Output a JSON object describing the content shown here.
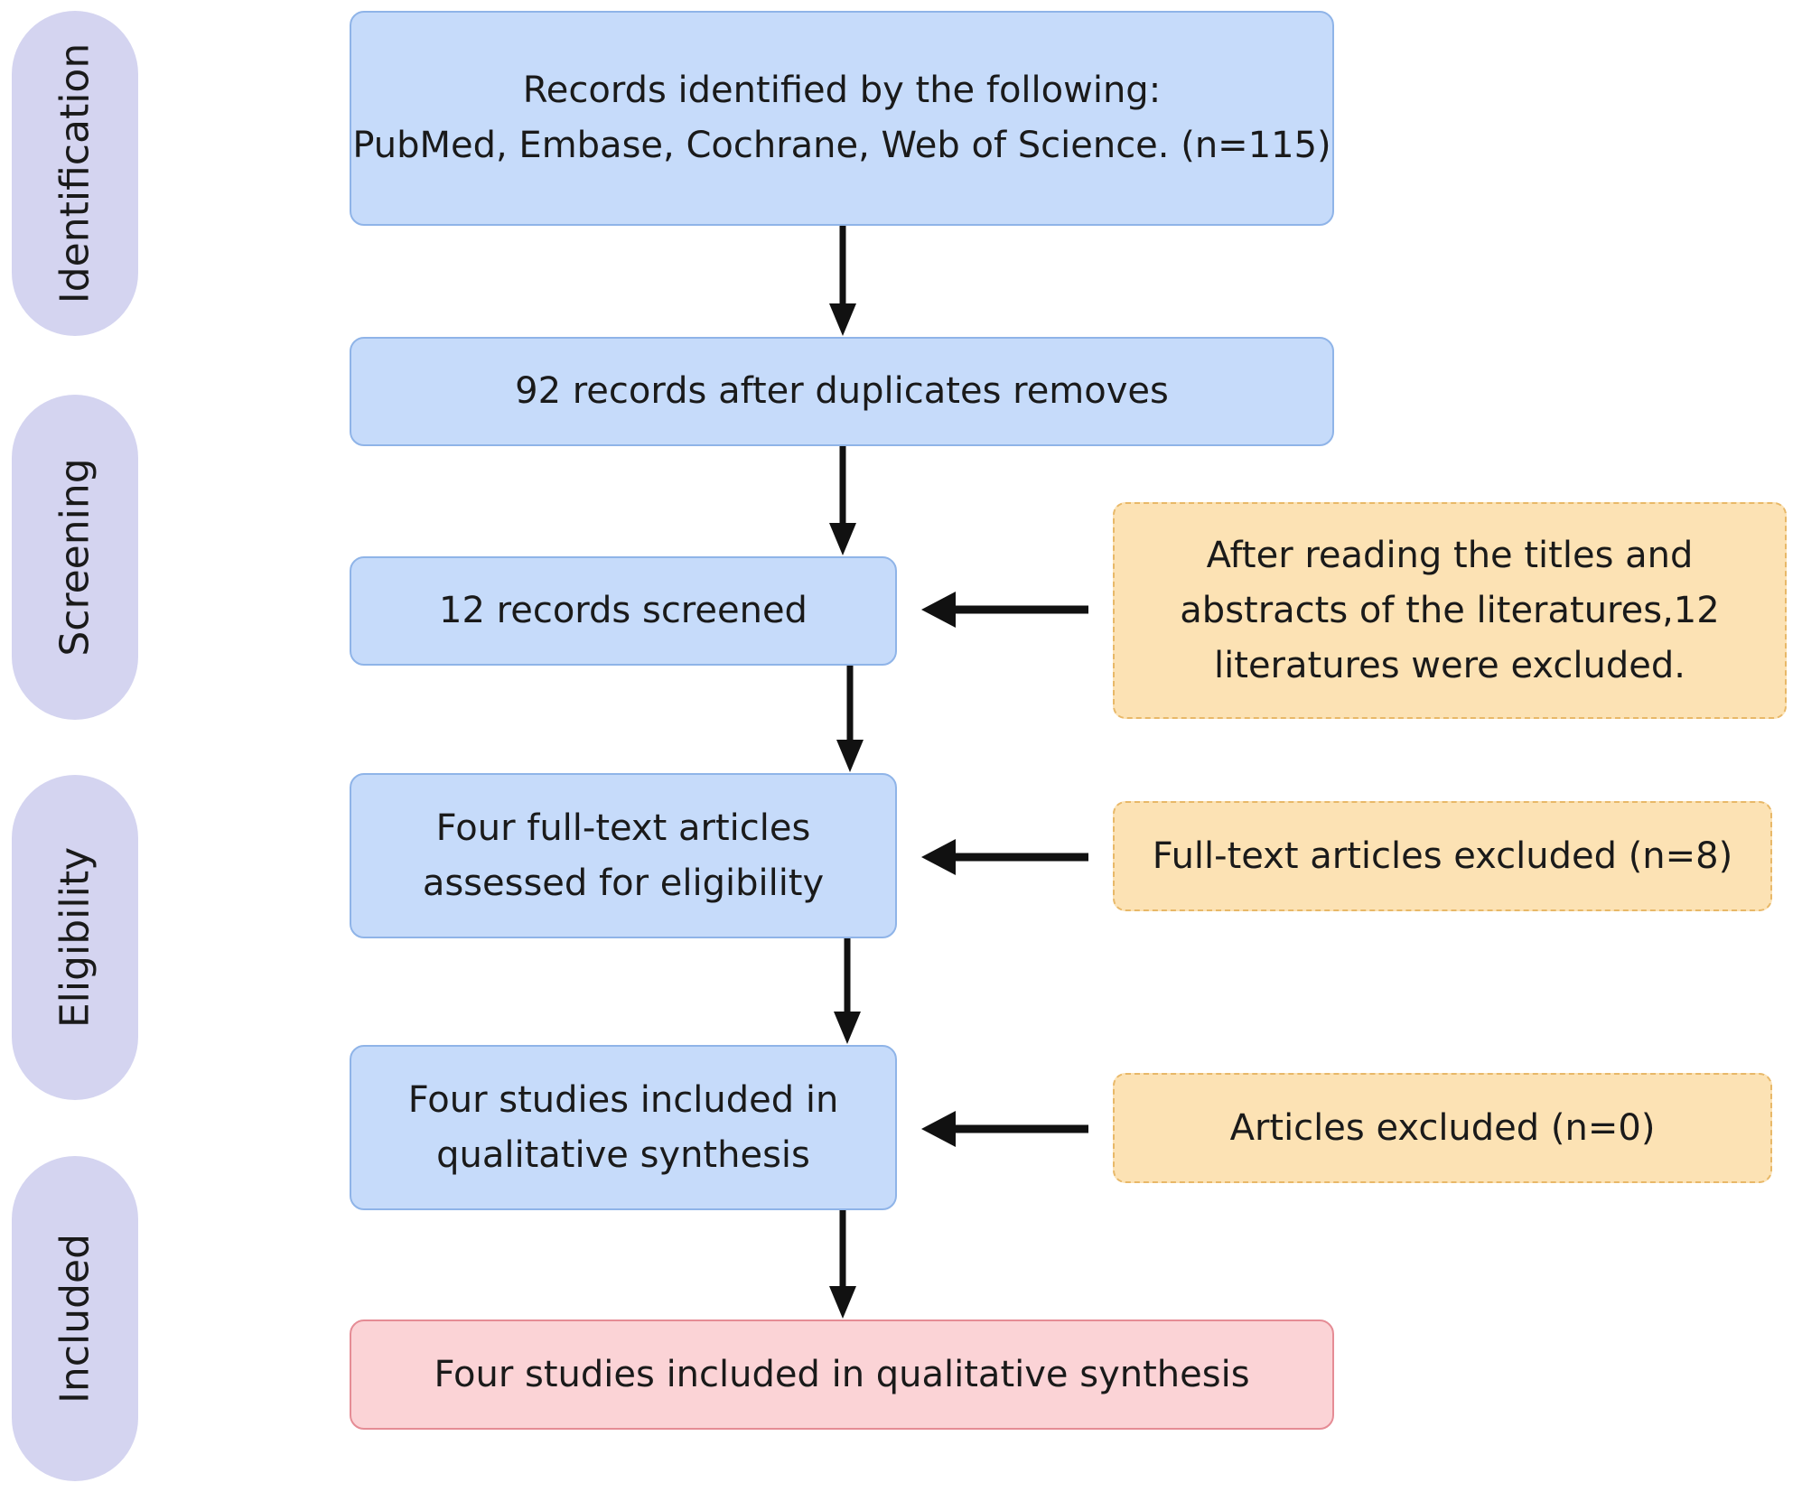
{
  "phases": {
    "identification": "Identification",
    "screening": "Screening",
    "eligibility": "Eligibility",
    "included": "Included"
  },
  "boxes": {
    "records_identified": {
      "line1": "Records identified by the following:",
      "line2": "PubMed, Embase, Cochrane, Web of Science. (n=115)"
    },
    "after_duplicates": "92 records after duplicates removes",
    "records_screened": "12 records screened",
    "fulltext_assessed": {
      "line1": "Four full-text articles",
      "line2": "assessed for eligibility"
    },
    "studies_qualitative": {
      "line1": "Four studies included in",
      "line2": "qualitative synthesis"
    },
    "final_included": "Four studies included in qualitative synthesis"
  },
  "exclusions": {
    "screening": {
      "line1": "After reading the titles and",
      "line2": "abstracts of the literatures,12",
      "line3": "literatures were excluded."
    },
    "fulltext": "Full-text articles excluded (n=8)",
    "articles": "Articles excluded (n=0)"
  },
  "colors": {
    "phase_fill": "#d4d4f0",
    "main_fill": "#c6dbfa",
    "main_border": "#8fb4e8",
    "final_fill": "#fbd3d6",
    "final_border": "#e58c95",
    "exclusion_fill": "#fce2b4",
    "exclusion_border": "#e8b868",
    "arrow": "#111111"
  }
}
